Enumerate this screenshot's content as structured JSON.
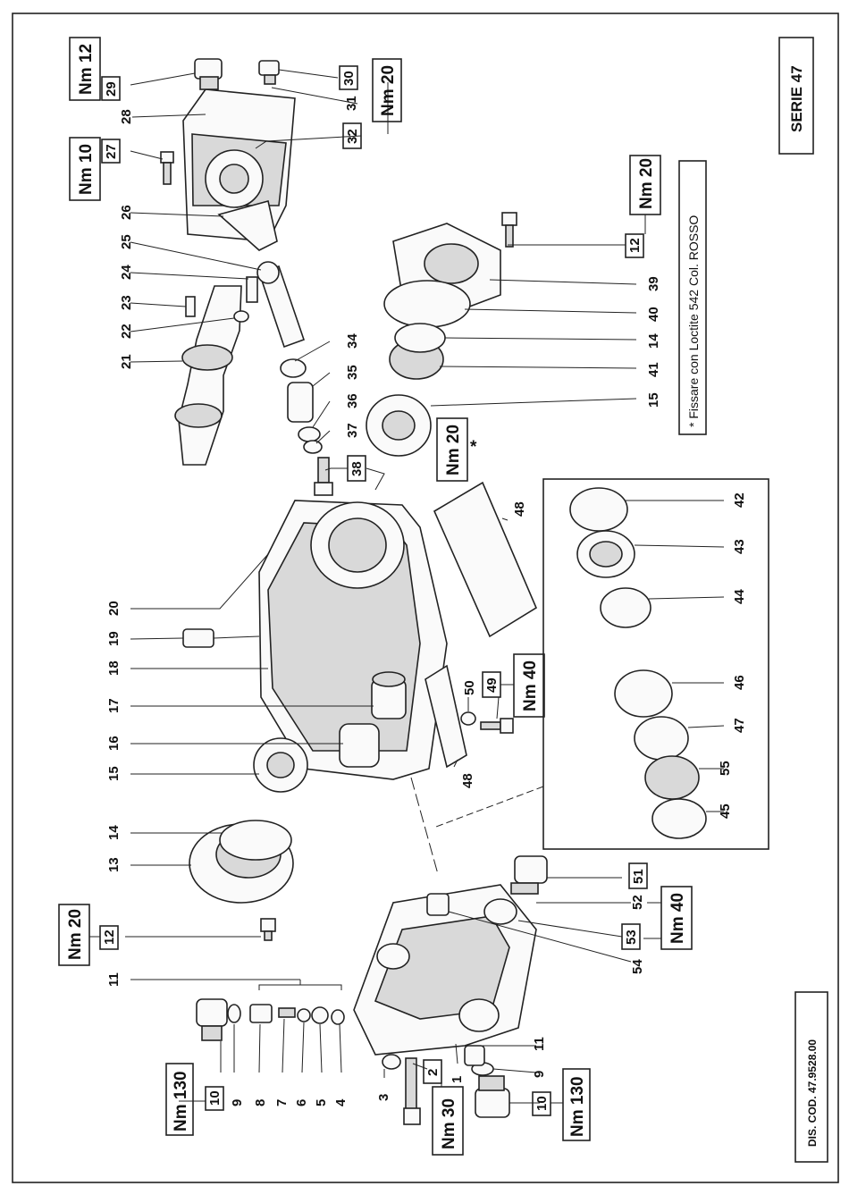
{
  "title_block": {
    "series": "SERIE 47",
    "drawing_code": "DIS. COD. 47.9528.00"
  },
  "note": "*  Fissare con Loctite 542 Col. ROSSO",
  "asterisk": "*",
  "torques": {
    "t29": "Nm 12",
    "t27": "Nm 10",
    "t30_32": "Nm 20",
    "t12_right": "Nm 20",
    "t38": "Nm 20",
    "t12_left": "Nm 20",
    "t10_left": "Nm 130",
    "t2": "Nm 30",
    "t10_bottom": "Nm 130",
    "t49": "Nm 40",
    "t51_53": "Nm 40"
  },
  "boxed_numbers": {
    "b29": "29",
    "b27": "27",
    "b30": "30",
    "b32": "32",
    "b12_right": "12",
    "b38": "38",
    "b12_left": "12",
    "b10_left": "10",
    "b2": "2",
    "b10_bottom": "10",
    "b49": "49",
    "b51": "51",
    "b53": "53"
  },
  "part_numbers": {
    "p28": "28",
    "p26": "26",
    "p25": "25",
    "p24": "24",
    "p23": "23",
    "p22": "22",
    "p21": "21",
    "p31": "31",
    "p34": "34",
    "p35": "35",
    "p36": "36",
    "p37": "37",
    "p39": "39",
    "p40": "40",
    "p14r": "14",
    "p41": "41",
    "p15r": "15",
    "p20": "20",
    "p19": "19",
    "p18": "18",
    "p17": "17",
    "p16": "16",
    "p15": "15",
    "p14": "14",
    "p13": "13",
    "p11": "11",
    "p48r": "48",
    "p48": "48",
    "p50": "50",
    "p42": "42",
    "p43": "43",
    "p44": "44",
    "p46": "46",
    "p47": "47",
    "p55": "55",
    "p45": "45",
    "p52": "52",
    "p54": "54",
    "p9": "9",
    "p8": "8",
    "p7": "7",
    "p6": "6",
    "p5": "5",
    "p4": "4",
    "p3": "3",
    "p1": "1",
    "p11b": "11",
    "p9b": "9"
  }
}
